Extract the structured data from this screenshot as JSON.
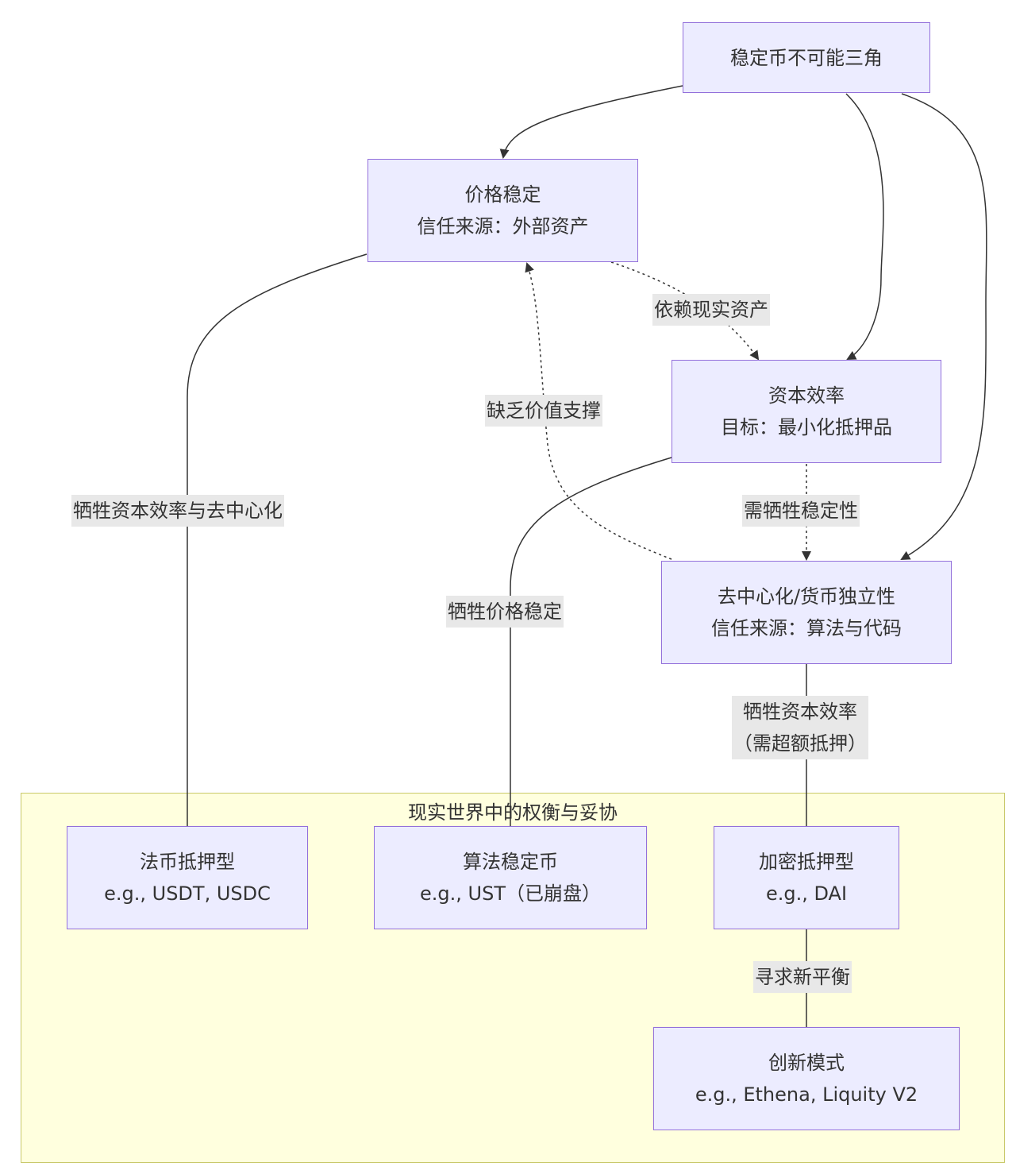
{
  "nodes": {
    "triangle": {
      "line1": "稳定币不可能三角"
    },
    "price": {
      "line1": "价格稳定",
      "line2": "信任来源：外部资产"
    },
    "capital": {
      "line1": "资本效率",
      "line2": "目标：最小化抵押品"
    },
    "decentral": {
      "line1": "去中心化/货币独立性",
      "line2": "信任来源：算法与代码"
    },
    "fiat": {
      "line1": "法币抵押型",
      "line2": "e.g., USDT, USDC"
    },
    "algo": {
      "line1": "算法稳定币",
      "line2": "e.g., UST（已崩盘）"
    },
    "crypto": {
      "line1": "加密抵押型",
      "line2": "e.g., DAI"
    },
    "innov": {
      "line1": "创新模式",
      "line2": "e.g., Ethena, Liquity V2"
    }
  },
  "cluster": {
    "title": "现实世界中的权衡与妥协"
  },
  "edge_labels": {
    "rely": "依赖现实资产",
    "lack": "缺乏价值支撑",
    "sac_stab": "需牺牲稳定性",
    "sac_cap_decent": "牺牲资本效率与去中心化",
    "sac_price": "牺牲价格稳定",
    "sac_cap_line1": "牺牲资本效率",
    "sac_cap_line2": "（需超额抵押）",
    "seek": "寻求新平衡"
  },
  "colors": {
    "node_fill": "#ececff",
    "node_border": "#9370db",
    "cluster_fill": "#ffffde",
    "cluster_border": "#c9c96a",
    "edge": "#333333",
    "label_bg": "#e8e8e8"
  }
}
